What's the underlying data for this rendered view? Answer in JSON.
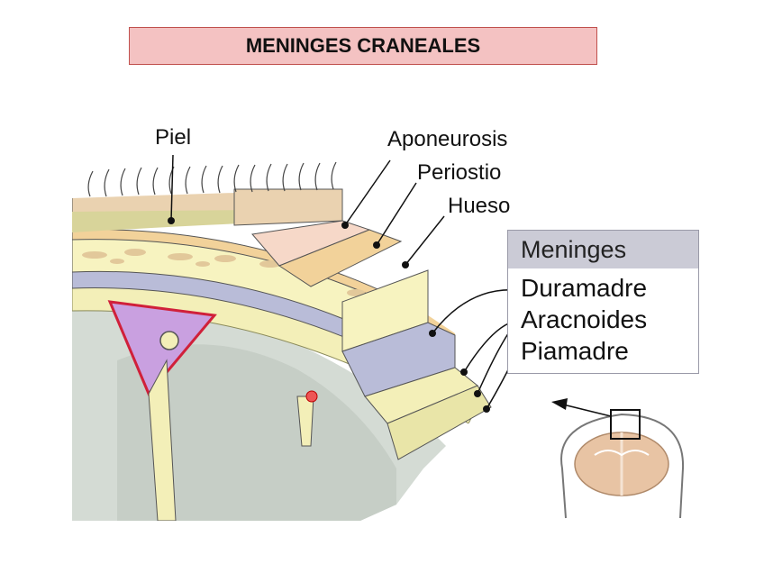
{
  "title": "MENINGES CRANEALES",
  "labels": {
    "piel": "Piel",
    "aponeurosis": "Aponeurosis",
    "periostio": "Periostio",
    "hueso": "Hueso"
  },
  "meninges": {
    "heading": "Meninges",
    "items": [
      "Duramadre",
      "Aracnoides",
      "Piamadre"
    ]
  },
  "colors": {
    "skin": "#ead2b0",
    "dermis": "#d8d49a",
    "aponeurosis": "#f6d8c8",
    "periosteum": "#f2d29a",
    "bone": "#f7f3c0",
    "bone_spot": "#e2c89a",
    "dura": "#b9bcd8",
    "arachnoid": "#f3efb8",
    "brain": "#d4dbd4",
    "sinus": "#c9a0e0",
    "title_bg": "#f4c2c2",
    "title_border": "#c0504d"
  },
  "icons": [
    "brain-thumbnail-icon",
    "arrow-icon",
    "focus-square-icon"
  ]
}
